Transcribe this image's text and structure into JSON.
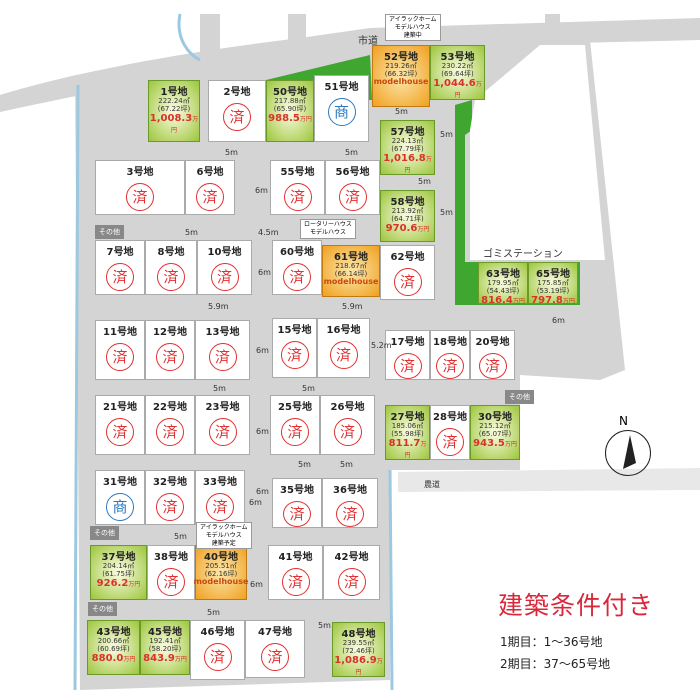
{
  "labels": {
    "city_road": "市道",
    "farm_road": "農道",
    "garbage_station": "ゴミステーション",
    "other": "その他",
    "north": "N",
    "modelhouse": "modelhouse",
    "yen_unit": "万円"
  },
  "callouts": {
    "c52": "アイラックホーム\nモデルハウス\n建築中",
    "c61": "ロータリーハウス\nモデルハウス",
    "c40": "アイラックホーム\nモデルハウス\n建築予定"
  },
  "conditions": {
    "title": "建築条件付き",
    "phase1": "1期目：1〜36号地",
    "phase2": "2期目：37〜65号地"
  },
  "road_widths": [
    "5m",
    "5m",
    "5m",
    "5m",
    "6m",
    "5m",
    "4.5m",
    "5m",
    "6m",
    "5m",
    "5.9m",
    "5.9m",
    "6m",
    "5.2m",
    "5m",
    "6m",
    "5m",
    "5m",
    "6m",
    "5m",
    "5m",
    "6m",
    "5m",
    "6m",
    "5m",
    "6m"
  ],
  "colors": {
    "road": "#d4d4d4",
    "green": "#3fa62f",
    "available": "#9cc63c",
    "model": "#f0a020",
    "sold": "#e23030",
    "commercial": "#2a7ac0"
  },
  "lots": [
    {
      "id": "1",
      "name": "1号地",
      "status": "available",
      "area": "222.24㎡",
      "tsubo": "(67.22坪)",
      "price": "1,008.3"
    },
    {
      "id": "2",
      "name": "2号地",
      "status": "sold",
      "mark": "済"
    },
    {
      "id": "50",
      "name": "50号地",
      "status": "available",
      "area": "217.88㎡",
      "tsubo": "(65.90坪)",
      "price": "988.5"
    },
    {
      "id": "51",
      "name": "51号地",
      "status": "commercial",
      "mark": "商"
    },
    {
      "id": "52",
      "name": "52号地",
      "status": "model",
      "area": "219.26㎡",
      "tsubo": "(66.32坪)"
    },
    {
      "id": "53",
      "name": "53号地",
      "status": "available",
      "area": "230.22㎡",
      "tsubo": "(69.64坪)",
      "price": "1,044.6"
    },
    {
      "id": "57",
      "name": "57号地",
      "status": "available",
      "area": "224.13㎡",
      "tsubo": "(67.79坪)",
      "price": "1,016.8"
    },
    {
      "id": "58",
      "name": "58号地",
      "status": "available",
      "area": "213.92㎡",
      "tsubo": "(64.71坪)",
      "price": "970.6"
    },
    {
      "id": "3",
      "name": "3号地",
      "status": "sold",
      "mark": "済"
    },
    {
      "id": "6",
      "name": "6号地",
      "status": "sold",
      "mark": "済"
    },
    {
      "id": "55",
      "name": "55号地",
      "status": "sold",
      "mark": "済"
    },
    {
      "id": "56",
      "name": "56号地",
      "status": "sold",
      "mark": "済"
    },
    {
      "id": "7",
      "name": "7号地",
      "status": "sold",
      "mark": "済"
    },
    {
      "id": "8",
      "name": "8号地",
      "status": "sold",
      "mark": "済"
    },
    {
      "id": "10",
      "name": "10号地",
      "status": "sold",
      "mark": "済"
    },
    {
      "id": "60",
      "name": "60号地",
      "status": "sold",
      "mark": "済"
    },
    {
      "id": "61",
      "name": "61号地",
      "status": "model",
      "area": "218.67㎡",
      "tsubo": "(66.14坪)"
    },
    {
      "id": "62",
      "name": "62号地",
      "status": "sold",
      "mark": "済"
    },
    {
      "id": "63",
      "name": "63号地",
      "status": "available",
      "area": "179.95㎡",
      "tsubo": "(54.43坪)",
      "price": "816.4"
    },
    {
      "id": "65",
      "name": "65号地",
      "status": "available",
      "area": "175.85㎡",
      "tsubo": "(53.19坪)",
      "price": "797.8"
    },
    {
      "id": "11",
      "name": "11号地",
      "status": "sold",
      "mark": "済"
    },
    {
      "id": "12",
      "name": "12号地",
      "status": "sold",
      "mark": "済"
    },
    {
      "id": "13",
      "name": "13号地",
      "status": "sold",
      "mark": "済"
    },
    {
      "id": "15",
      "name": "15号地",
      "status": "sold",
      "mark": "済"
    },
    {
      "id": "16",
      "name": "16号地",
      "status": "sold",
      "mark": "済"
    },
    {
      "id": "17",
      "name": "17号地",
      "status": "sold",
      "mark": "済"
    },
    {
      "id": "18",
      "name": "18号地",
      "status": "sold",
      "mark": "済"
    },
    {
      "id": "20",
      "name": "20号地",
      "status": "sold",
      "mark": "済"
    },
    {
      "id": "21",
      "name": "21号地",
      "status": "sold",
      "mark": "済"
    },
    {
      "id": "22",
      "name": "22号地",
      "status": "sold",
      "mark": "済"
    },
    {
      "id": "23",
      "name": "23号地",
      "status": "sold",
      "mark": "済"
    },
    {
      "id": "25",
      "name": "25号地",
      "status": "sold",
      "mark": "済"
    },
    {
      "id": "26",
      "name": "26号地",
      "status": "sold",
      "mark": "済"
    },
    {
      "id": "27",
      "name": "27号地",
      "status": "available",
      "area": "185.06㎡",
      "tsubo": "(55.98坪)",
      "price": "811.7"
    },
    {
      "id": "28",
      "name": "28号地",
      "status": "sold",
      "mark": "済"
    },
    {
      "id": "30",
      "name": "30号地",
      "status": "available",
      "area": "215.12㎡",
      "tsubo": "(65.07坪)",
      "price": "943.5"
    },
    {
      "id": "31",
      "name": "31号地",
      "status": "commercial",
      "mark": "商"
    },
    {
      "id": "32",
      "name": "32号地",
      "status": "sold",
      "mark": "済"
    },
    {
      "id": "33",
      "name": "33号地",
      "status": "sold",
      "mark": "済"
    },
    {
      "id": "35",
      "name": "35号地",
      "status": "sold",
      "mark": "済"
    },
    {
      "id": "36",
      "name": "36号地",
      "status": "sold",
      "mark": "済"
    },
    {
      "id": "37",
      "name": "37号地",
      "status": "available",
      "area": "204.14㎡",
      "tsubo": "(61.75坪)",
      "price": "926.2"
    },
    {
      "id": "38",
      "name": "38号地",
      "status": "sold",
      "mark": "済"
    },
    {
      "id": "40",
      "name": "40号地",
      "status": "model",
      "area": "205.51㎡",
      "tsubo": "(62.16坪)"
    },
    {
      "id": "41",
      "name": "41号地",
      "status": "sold",
      "mark": "済"
    },
    {
      "id": "42",
      "name": "42号地",
      "status": "sold",
      "mark": "済"
    },
    {
      "id": "43",
      "name": "43号地",
      "status": "available",
      "area": "200.66㎡",
      "tsubo": "(60.69坪)",
      "price": "880.0"
    },
    {
      "id": "45",
      "name": "45号地",
      "status": "available",
      "area": "192.41㎡",
      "tsubo": "(58.20坪)",
      "price": "843.9"
    },
    {
      "id": "46",
      "name": "46号地",
      "status": "sold",
      "mark": "済"
    },
    {
      "id": "47",
      "name": "47号地",
      "status": "sold",
      "mark": "済"
    },
    {
      "id": "48",
      "name": "48号地",
      "status": "available",
      "area": "239.55㎡",
      "tsubo": "(72.46坪)",
      "price": "1,086.9"
    }
  ]
}
